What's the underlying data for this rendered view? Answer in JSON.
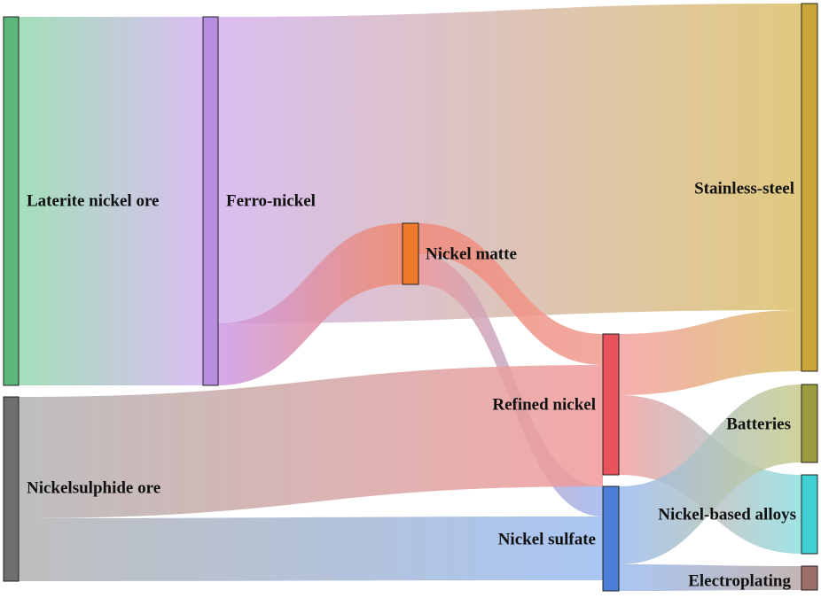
{
  "nodes": [
    {
      "id": "laterite",
      "label": "Laterite nickel ore",
      "color": "#5cb87a"
    },
    {
      "id": "sulphide",
      "label": "Nickelsulphide ore",
      "color": "#6f6f6f"
    },
    {
      "id": "ferro",
      "label": "Ferro-nickel",
      "color": "#b88ee0"
    },
    {
      "id": "matte",
      "label": "Nickel matte",
      "color": "#ef7a2b"
    },
    {
      "id": "refined",
      "label": "Refined nickel",
      "color": "#e8525a"
    },
    {
      "id": "sulfate",
      "label": "Nickel sulfate",
      "color": "#4d7fd8"
    },
    {
      "id": "steel",
      "label": "Stainless-steel",
      "color": "#c9a53a"
    },
    {
      "id": "batteries",
      "label": "Batteries",
      "color": "#9a9b3e"
    },
    {
      "id": "alloys",
      "label": "Nickel-based alloys",
      "color": "#3fd0d3"
    },
    {
      "id": "electroplating",
      "label": "Electroplating",
      "color": "#9c6f6a"
    }
  ],
  "links": [
    {
      "source": "laterite",
      "target": "ferro",
      "from_color": "#94d9ae",
      "to_color": "#d3b3ee"
    },
    {
      "source": "ferro",
      "target": "steel",
      "from_color": "#d3b3ee",
      "to_color": "#dcc06a"
    },
    {
      "source": "ferro",
      "target": "matte",
      "from_color": "#cc9ae6",
      "to_color": "#f08a6a"
    },
    {
      "source": "matte",
      "target": "refined",
      "from_color": "#ef8a7a",
      "to_color": "#f09a8e"
    },
    {
      "source": "matte",
      "target": "sulfate",
      "from_color": "#ee9a9a",
      "to_color": "#9cb6ee"
    },
    {
      "source": "sulphide",
      "target": "refined",
      "from_color": "#b3b3b3",
      "to_color": "#f29a9a"
    },
    {
      "source": "sulphide",
      "target": "sulfate",
      "from_color": "#b3b3b3",
      "to_color": "#9bbcf0"
    },
    {
      "source": "refined",
      "target": "steel",
      "from_color": "#f3a0a0",
      "to_color": "#dcc06a"
    },
    {
      "source": "refined",
      "target": "alloys",
      "from_color": "#f3a0a0",
      "to_color": "#8ee0e2"
    },
    {
      "source": "sulfate",
      "target": "batteries",
      "from_color": "#9bbcf0",
      "to_color": "#c8cb8a"
    },
    {
      "source": "sulfate",
      "target": "electroplating",
      "from_color": "#9bbcf0",
      "to_color": "#b9a9a6"
    }
  ]
}
